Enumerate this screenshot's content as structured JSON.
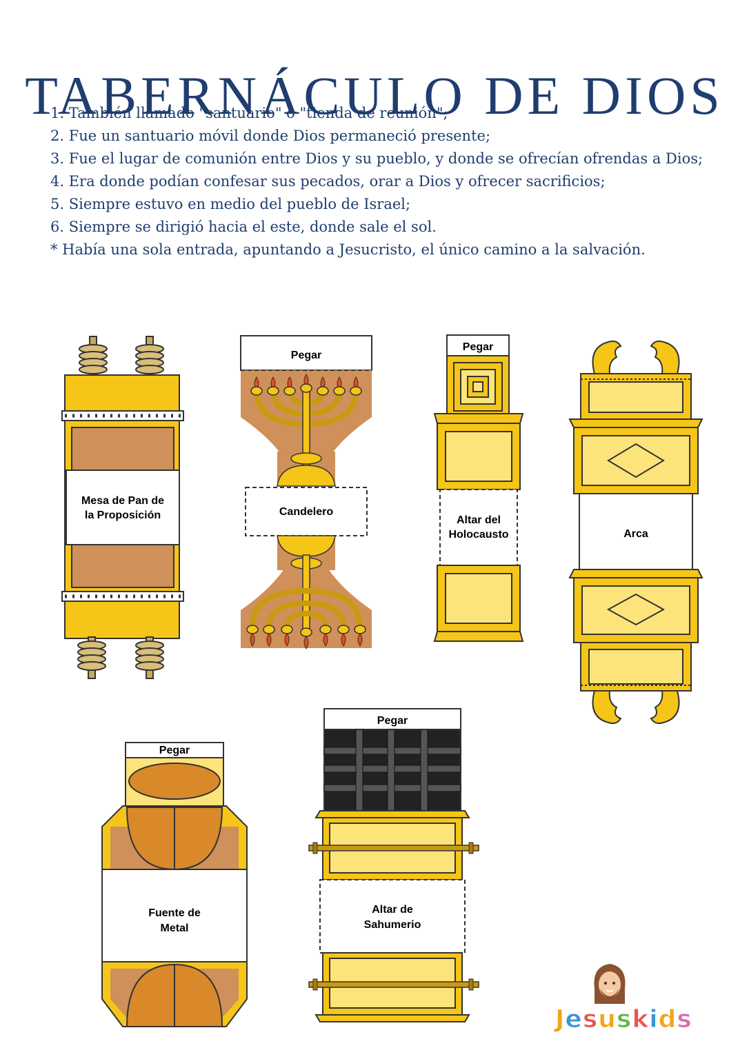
{
  "title": "TABERNÁCULO DE DIOS",
  "info_lines": [
    "1. También llamado \"santuario\" o \"tienda de reunión\";",
    "2. Fue un santuario móvil donde Dios permaneció presente;",
    "3. Fue el lugar de comunión entre Dios y su pueblo, y donde se ofrecían ofrendas a Dios;",
    "4. Era donde podían confesar sus pecados, orar a Dios y ofrecer sacrificios;",
    "5. Siempre estuvo en medio del pueblo de Israel;",
    "6. Siempre se dirigió hacia el este, donde sale el sol.",
    "* Había una sola entrada, apuntando a Jesucristo, el único camino a la salvación."
  ],
  "pieces": {
    "mesa": {
      "label_line1": "Mesa de Pan de",
      "label_line2": "la Proposición"
    },
    "candelero": {
      "tab": "Pegar",
      "label": "Candelero"
    },
    "altar_holocausto": {
      "tab": "Pegar",
      "label_line1": "Altar del",
      "label_line2": "Holocausto"
    },
    "arca": {
      "label": "Arca"
    },
    "fuente": {
      "tab": "Pegar",
      "label_line1": "Fuente de",
      "label_line2": "Metal"
    },
    "altar_sahumerio": {
      "tab": "Pegar",
      "label_line1": "Altar de",
      "label_line2": "Sahumerio"
    }
  },
  "brand": {
    "letters": [
      "J",
      "e",
      "s",
      "u",
      "s",
      "k",
      "i",
      "d",
      "s"
    ]
  },
  "colors": {
    "title": "#1f3d6e",
    "gold": "#f5c518",
    "gold_light": "#fde47a",
    "bronze": "#d4935a",
    "dark": "#2e2e2e"
  }
}
